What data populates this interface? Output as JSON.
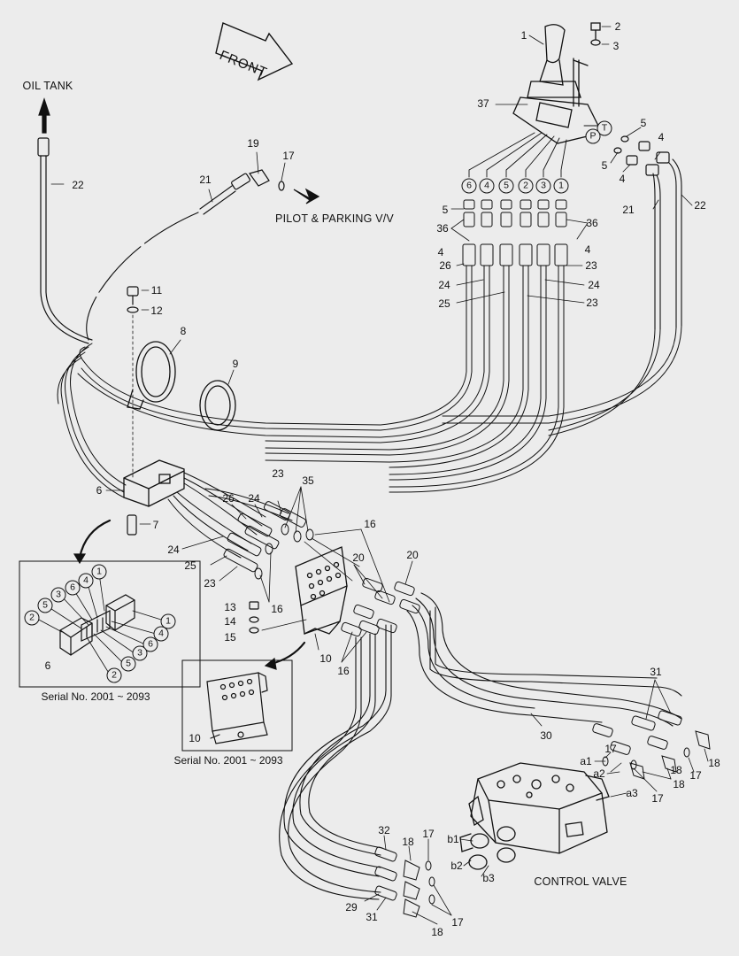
{
  "front_label": "FRONT",
  "captions": {
    "oil_tank": "OIL TANK",
    "pilot_parking": "PILOT & PARKING V/V",
    "control_valve": "CONTROL VALVE"
  },
  "inset1": {
    "serial": "Serial No. 2001 ~ 2093",
    "part": "6"
  },
  "inset2": {
    "serial": "Serial No. 2001 ~ 2093",
    "part": "10"
  },
  "ports": {
    "P": "P",
    "T": "T",
    "c6": "6",
    "c4": "4",
    "c5": "5",
    "c2": "2",
    "c3": "3",
    "c1": "1"
  },
  "inset1_circles": {
    "l1": "1",
    "l4": "4",
    "l6": "6",
    "l3": "3",
    "l5": "5",
    "l2": "2",
    "r1": "1",
    "r4": "4",
    "r6": "6",
    "r3": "3",
    "r5": "5",
    "r2": "2"
  },
  "valve_ports": {
    "a1": "a1",
    "a2": "a2",
    "a3": "a3",
    "b1": "b1",
    "b2": "b2",
    "b3": "b3"
  },
  "callouts": {
    "n1": "1",
    "n2": "2",
    "n3": "3",
    "n37": "37",
    "n5a": "5",
    "n5b": "5",
    "n4a": "4",
    "n4b": "4",
    "n21r": "21",
    "n22r": "22",
    "n5c": "5",
    "n36a": "36",
    "n36b": "36",
    "n4c": "4",
    "n4d": "4",
    "n26a": "26",
    "n24a": "24",
    "n25a": "25",
    "n23a": "23",
    "n24b": "24",
    "n23b": "23",
    "n22l": "22",
    "n19": "19",
    "n17a": "17",
    "n21l": "21",
    "n11": "11",
    "n12": "12",
    "n8": "8",
    "n9": "9",
    "n6": "6",
    "n7": "7",
    "n26b": "26",
    "n24c": "24",
    "n23c": "23",
    "n35": "35",
    "n24d": "24",
    "n25b": "25",
    "n23d": "23",
    "n16a": "16",
    "n20a": "20",
    "n20b": "20",
    "n16b": "16",
    "n16c": "16",
    "n13": "13",
    "n14": "14",
    "n15": "15",
    "n10": "10",
    "n31a": "31",
    "n30": "30",
    "n17b": "17",
    "n18a": "18",
    "n17c": "17",
    "n18b": "18",
    "n18c": "18",
    "n17d": "17",
    "n32": "32",
    "n18d": "18",
    "n17e": "17",
    "n29": "29",
    "n31b": "31",
    "n18e": "18",
    "n17f": "17"
  }
}
